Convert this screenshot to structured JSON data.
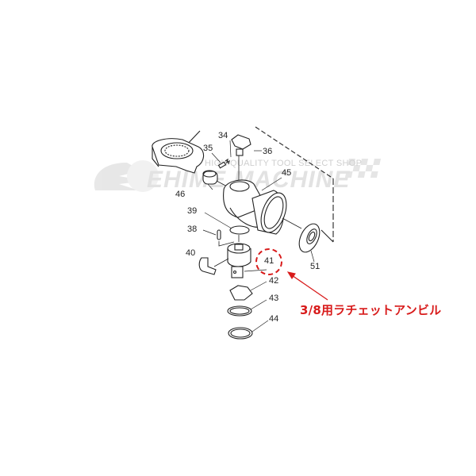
{
  "watermark": {
    "tagline": "HIGH QUALITY TOOL SELECT SHOP",
    "brand": "EHIME MACHINE",
    "logo_icon": "ehime-logo-icon",
    "flag_icon": "checkered-flag-icon",
    "color": "#e0e0e0"
  },
  "diagram": {
    "part_labels": {
      "p34": "34",
      "p35": "35",
      "p36": "36",
      "p38": "38",
      "p39": "39",
      "p40": "40",
      "p41": "41",
      "p42": "42",
      "p43": "43",
      "p44": "44",
      "p45": "45",
      "p46": "46",
      "p51": "51"
    },
    "highlighted_part": "41",
    "callout_text": "3/8用ラチェットアンビル",
    "callout_color": "#d81b1b",
    "line_color": "#222222"
  }
}
